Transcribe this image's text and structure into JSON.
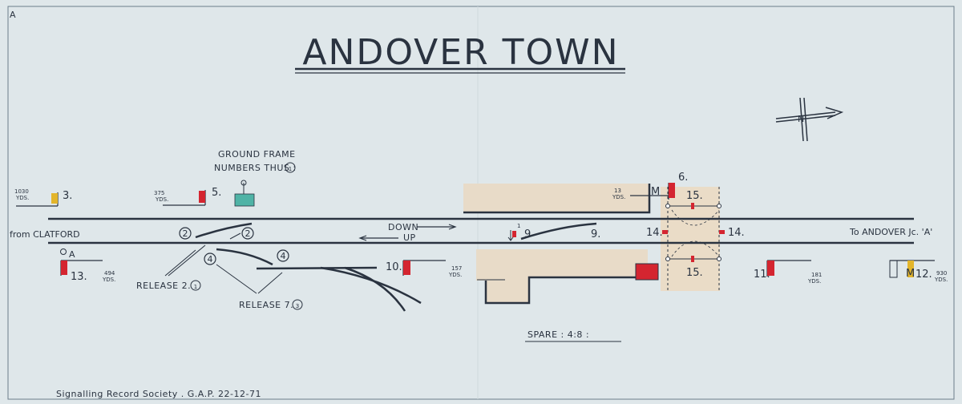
{
  "sheet": {
    "corner_mark": "A",
    "title": "ANDOVER TOWN",
    "footer": "Signalling Record Society . G.A.P. 22-12-71",
    "spare": "SPARE : 4:8 :"
  },
  "ground_frame": {
    "line1": "GROUND FRAME",
    "line2": "NUMBERS THUS :",
    "example": "1"
  },
  "destinations": {
    "from": "from CLATFORD",
    "to": "To ANDOVER Jc. 'A'"
  },
  "direction": {
    "down": "DOWN",
    "up": "UP"
  },
  "signals": [
    {
      "id": "sig-3",
      "number": "3.",
      "distance": "1030",
      "unit": "YDS.",
      "color": "#e3b52b"
    },
    {
      "id": "sig-5",
      "number": "5.",
      "distance": "375",
      "unit": "YDS.",
      "color": "#d42530"
    },
    {
      "id": "sig-6",
      "number": "6.",
      "distance": "13",
      "unit": "YDS.",
      "color": "#d42530"
    },
    {
      "id": "sig-13",
      "number": "13.",
      "distance": "494",
      "unit": "YDS.",
      "color": "#d42530"
    },
    {
      "id": "sig-10",
      "number": "10.",
      "distance": "157",
      "unit": "YDS.",
      "color": "#d42530"
    },
    {
      "id": "sig-11",
      "number": "11.",
      "distance": "181",
      "unit": "YDS.",
      "color": "#d42530"
    },
    {
      "id": "sig-12",
      "number": "12.",
      "distance": "930",
      "unit": "YDS.",
      "color": "#e3b52b"
    }
  ],
  "levers": {
    "crossing_top": "15.",
    "crossing_bottom": "15.",
    "gate_left": "14.",
    "gate_right": "14.",
    "points_9a": "9",
    "points_9b": "9.",
    "gf_2a": "2",
    "gf_2b": "2",
    "gf_4a": "4",
    "gf_4b": "4",
    "small_1": "1",
    "letter_a": "A",
    "letter_m1": "M",
    "letter_m2": "M"
  },
  "releases": [
    {
      "label": "RELEASE 2.",
      "ring": "1"
    },
    {
      "label": "RELEASE 7.",
      "ring": "3"
    }
  ],
  "colors": {
    "background": "#dfe7ea",
    "ink": "#2a3340",
    "stop_signal": "#d42530",
    "distant_signal": "#e3b52b",
    "platform": "#e8dbc8",
    "crossing": "#ecd9c1",
    "ground_frame": "#4fb3a6"
  }
}
